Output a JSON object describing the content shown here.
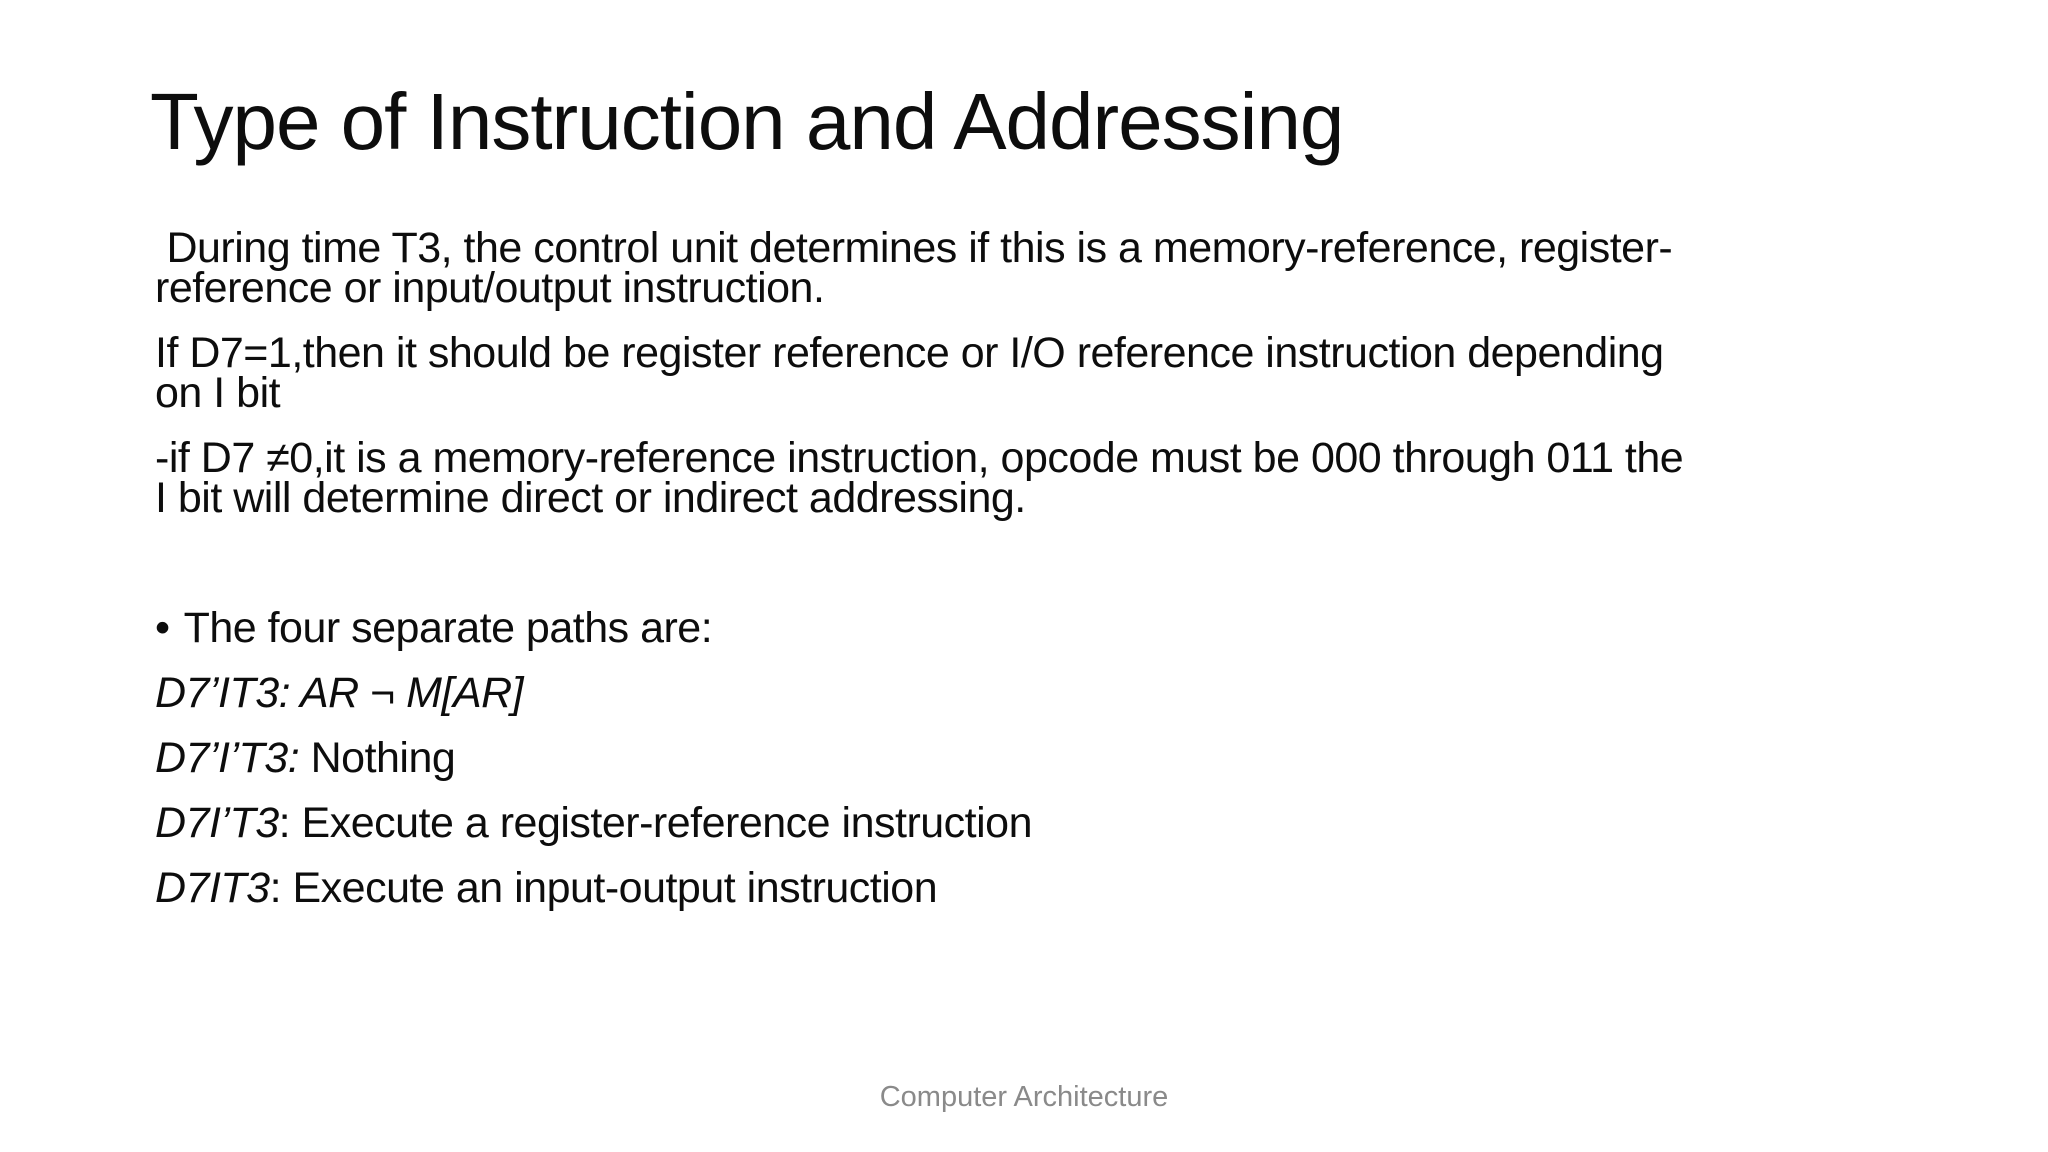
{
  "slide": {
    "title": "Type of Instruction and Addressing",
    "colors": {
      "background": "#ffffff",
      "text": "#0d0d0d",
      "footer_text": "#8a8a8a"
    },
    "paragraphs": [
      {
        "lines": [
          " During time T3, the control unit determines if this is a memory-reference, register-",
          "reference or input/output instruction."
        ]
      },
      {
        "lines": [
          "If D7=1,then it should be register reference or I/O reference instruction depending",
          "on I bit"
        ]
      },
      {
        "lines": [
          "-if D7 ≠0,it is a memory-reference instruction, opcode must be 000 through 011 the",
          "I bit will determine direct or indirect addressing."
        ]
      }
    ],
    "bullet": {
      "marker": "•",
      "text": "The four separate paths are:"
    },
    "paths": [
      {
        "formula": "D7’IT3: AR ¬ M[AR]",
        "description": ""
      },
      {
        "formula": "D7’I’T3:",
        "description": " Nothing"
      },
      {
        "formula": "D7I’T3",
        "description": ": Execute a register-reference instruction"
      },
      {
        "formula": "D7IT3",
        "description": ": Execute an input-output instruction"
      }
    ],
    "footer": "Computer Architecture"
  }
}
